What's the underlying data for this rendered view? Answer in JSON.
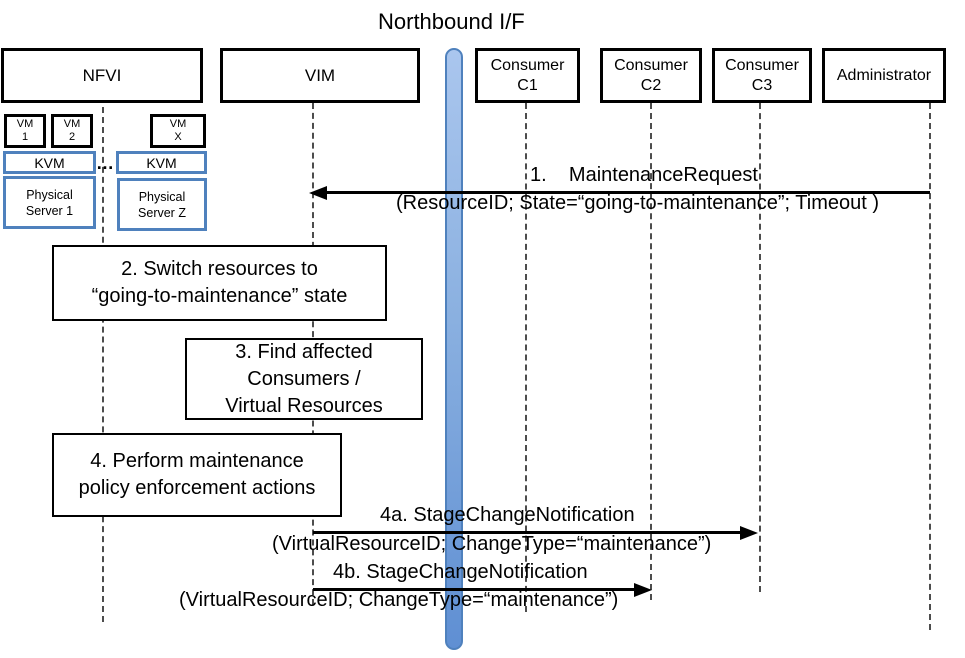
{
  "title": "Northbound I/F",
  "actors": {
    "nfvi": "NFVI",
    "vim": "VIM",
    "c1": "Consumer\nC1",
    "c2": "Consumer\nC2",
    "c3": "Consumer\nC3",
    "admin": "Administrator"
  },
  "nfvi_stack": {
    "vm1": "VM\n1",
    "vm2": "VM\n2",
    "vmx": "VM\nX",
    "kvm_left": "KVM",
    "kvm_right": "KVM",
    "ellipsis": "…",
    "server1": "Physical\nServer 1",
    "serverz": "Physical\nServer Z"
  },
  "messages": {
    "m1": {
      "label": "1.    MaintenanceRequest",
      "params": "(ResourceID; State=“going-to-maintenance”; Timeout )"
    },
    "m4a": {
      "label": "4a. StageChangeNotification",
      "params": "(VirtualResourceID; ChangeType=“maintenance”)"
    },
    "m4b": {
      "label": "4b. StageChangeNotification",
      "params": "(VirtualResourceID; ChangeType=“maintenance”)"
    }
  },
  "steps": {
    "s2": "2. Switch resources to\n“going-to-maintenance” state",
    "s3": "3. Find affected\nConsumers /\nVirtual Resources",
    "s4": "4. Perform maintenance\npolicy enforcement actions"
  },
  "colors": {
    "box_border": "#000000",
    "blue_accent": "#4f81bd",
    "bar_gradient_top": "#aac6ee",
    "bar_gradient_bottom": "#5f8fd3",
    "lifeline_gray": "#4d4d4d"
  }
}
